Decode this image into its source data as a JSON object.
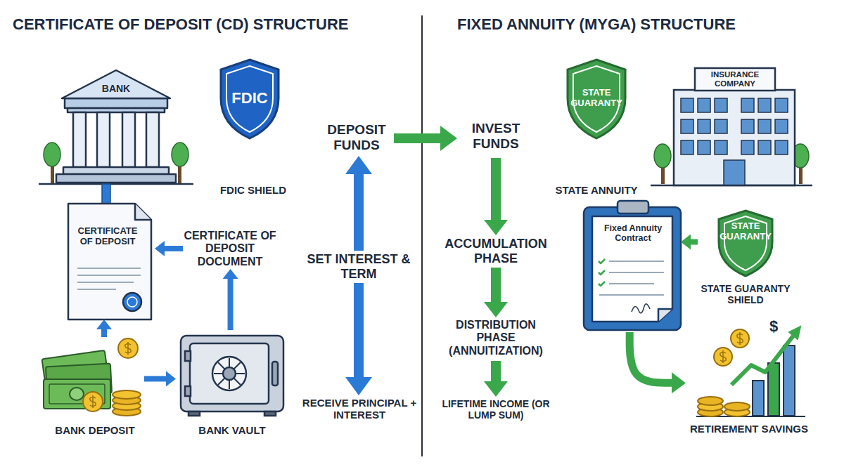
{
  "diagram": {
    "nodes": [
      {
        "text": [
          "BANK"
        ]
      },
      {
        "text": [
          "FDIC",
          "FDIC SHIELD"
        ]
      },
      {
        "text": [
          "DEPOSIT FUNDS"
        ]
      },
      {
        "text": [
          "CERTIFICATE OF DEPOSIT"
        ]
      },
      {
        "text": [
          "CERTIFICATE OF DEPOSIT DOCUMENT"
        ]
      },
      {
        "text": [
          "SET INTEREST & TERM"
        ]
      },
      {
        "text": [
          "BANK DEPOSIT"
        ]
      },
      {
        "text": [
          "BANK VAULT"
        ]
      },
      {
        "text": [
          "RECEIVE PRINCIPAL + INTEREST"
        ]
      },
      {
        "text": [
          "INVEST FUNDS"
        ]
      },
      {
        "text": [
          "STATE GUARANTY",
          "STATE ANNUITY"
        ]
      },
      {
        "text": [
          "INSURANCE COMPANY"
        ]
      },
      {
        "text": [
          "ACCUMULATION PHASE"
        ]
      },
      {
        "text": [
          "Fixed Annuity Contract"
        ]
      },
      {
        "text": [
          "STATE GUARANTY",
          "STATE GUARANTY SHIELD"
        ]
      },
      {
        "text": [
          "DISTRIBUTION PHASE (ANNUITIZATION)"
        ]
      },
      {
        "text": [
          "LIFETIME INCOME (OR LUMP SUM)"
        ]
      },
      {
        "text": [
          "$",
          "RETIREMENT SAVINGS"
        ]
      }
    ],
    "edges": [
      {
        "from": 2,
        "to": 9,
        "arrow": "to"
      },
      {
        "from": 5,
        "to": 2,
        "arrow": "to"
      },
      {
        "from": 5,
        "to": 8,
        "arrow": "to"
      },
      {
        "from": 4,
        "to": 3,
        "arrow": "to"
      },
      {
        "from": 7,
        "to": 4,
        "arrow": "to"
      },
      {
        "from": 6,
        "to": 3,
        "arrow": "to"
      },
      {
        "from": 6,
        "to": 7,
        "arrow": "to"
      },
      {
        "from": 9,
        "to": 12,
        "arrow": "to"
      },
      {
        "from": 12,
        "to": 15,
        "arrow": "to"
      },
      {
        "from": 15,
        "to": 16,
        "arrow": "to"
      },
      {
        "from": 14,
        "to": 13,
        "arrow": "to"
      },
      {
        "from": 13,
        "to": 17,
        "arrow": "to"
      }
    ],
    "labels": [
      "CERTIFICATE OF DEPOSIT (CD) STRUCTURE",
      "FIXED ANNUITY (MYGA) STRUCTURE"
    ]
  }
}
